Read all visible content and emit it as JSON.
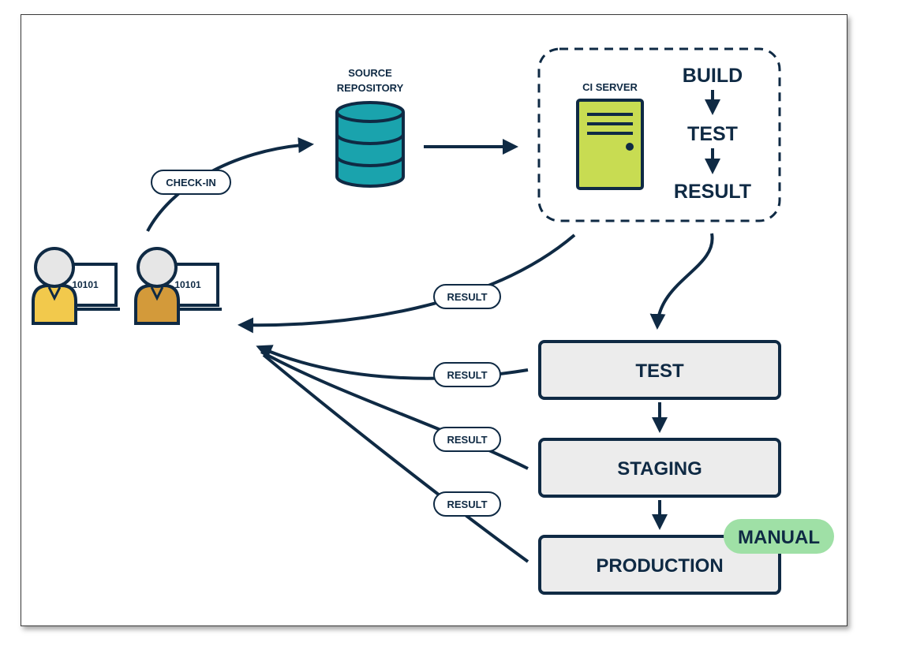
{
  "developers": {
    "screen_text_1": "10101",
    "screen_text_2": "10101"
  },
  "check_in_label": "CHECK-IN",
  "source_repository": {
    "line1": "SOURCE",
    "line2": "REPOSITORY"
  },
  "ci": {
    "server_label": "CI SERVER",
    "steps": [
      "BUILD",
      "TEST",
      "RESULT"
    ]
  },
  "result_labels": [
    "RESULT",
    "RESULT",
    "RESULT",
    "RESULT"
  ],
  "stages": [
    "TEST",
    "STAGING",
    "PRODUCTION"
  ],
  "manual_badge": "MANUAL",
  "colors": {
    "navy": "#0f2a44",
    "database": "#1aa3ad",
    "server": "#c8dc52",
    "stage_fill": "#ececec",
    "manual": "#9fe0a6",
    "person1_shirt": "#f2c94c",
    "person2_shirt": "#d39a3a",
    "head": "#e6e6e6"
  }
}
